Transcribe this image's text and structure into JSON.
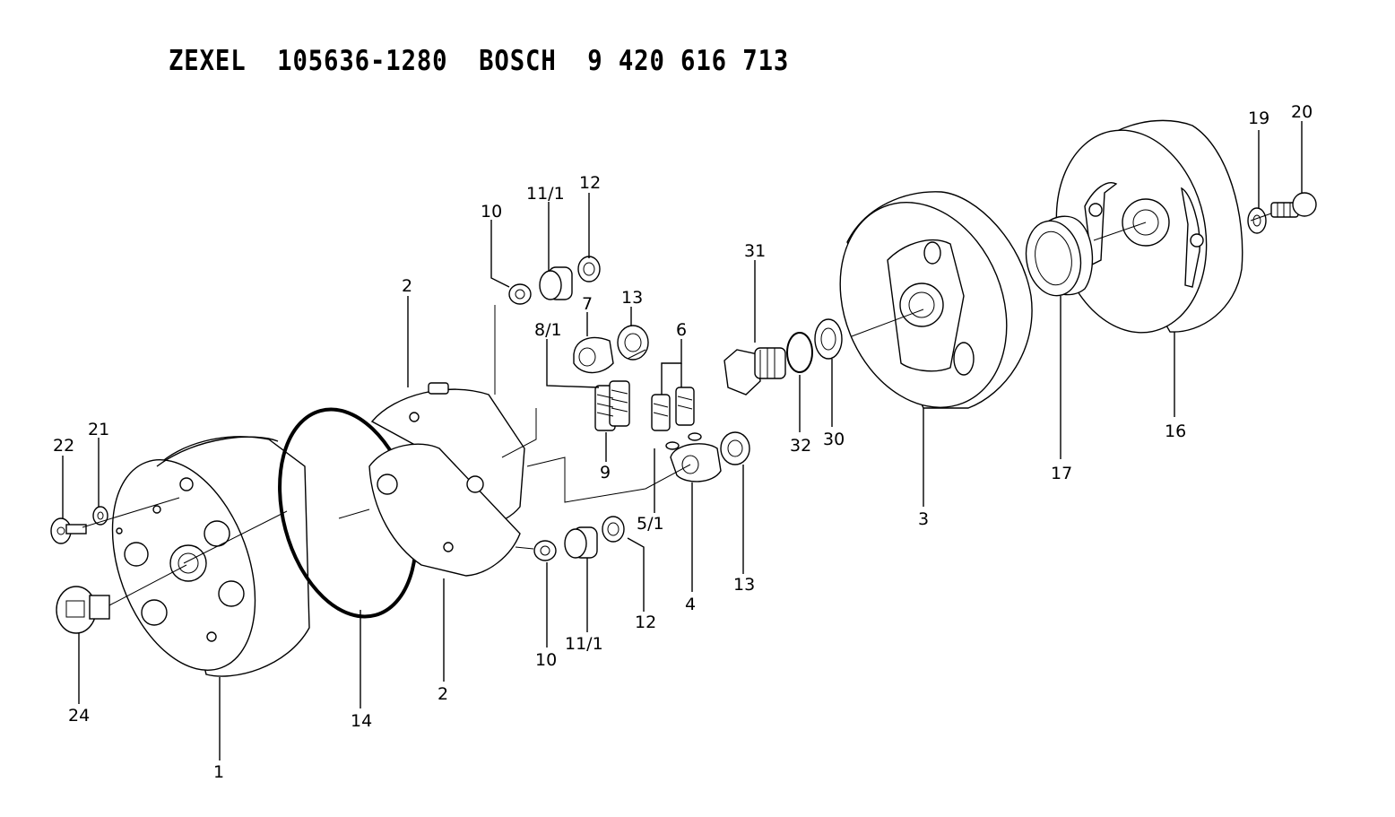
{
  "title": {
    "brand_a": "ZEXEL",
    "part_a": "105636-1280",
    "brand_b": "BOSCH",
    "part_b": "9 420 616 713"
  },
  "labels": {
    "l1": "1",
    "l2a": "2",
    "l2b": "2",
    "l3": "3",
    "l4": "4",
    "l5_1": "5/1",
    "l6": "6",
    "l7": "7",
    "l8_1": "8/1",
    "l9": "9",
    "l10a": "10",
    "l10b": "10",
    "l11_1a": "11/1",
    "l11_1b": "11/1",
    "l12a": "12",
    "l12b": "12",
    "l13a": "13",
    "l13b": "13",
    "l14": "14",
    "l16": "16",
    "l17": "17",
    "l19": "19",
    "l20": "20",
    "l21": "21",
    "l22": "22",
    "l24": "24",
    "l30": "30",
    "l31": "31",
    "l32": "32"
  }
}
